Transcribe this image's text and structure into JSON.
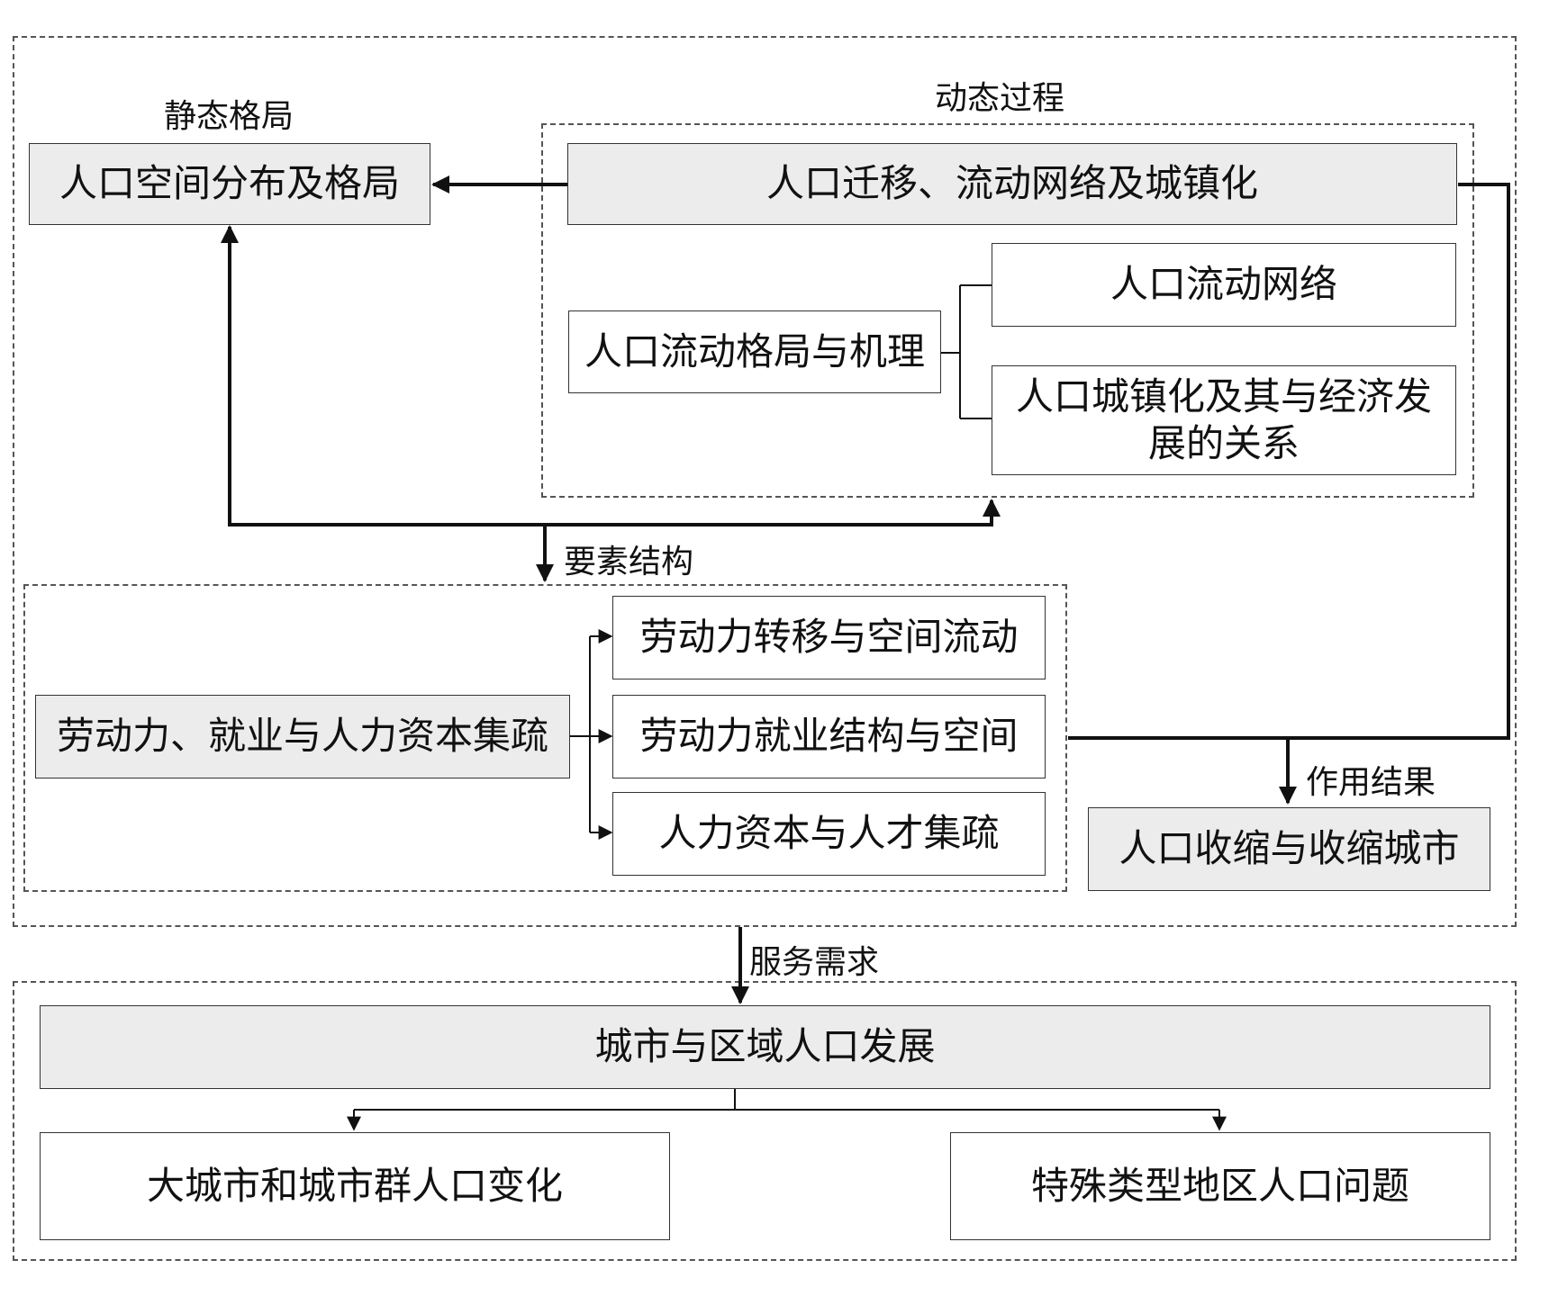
{
  "sections": {
    "static_pattern": "静态格局",
    "dynamic_process": "动态过程",
    "factor_structure": "要素结构",
    "effect_result": "作用结果",
    "service_demand": "服务需求"
  },
  "nodes": {
    "pop_distribution": "人口空间分布及格局",
    "migration_network": "人口迁移、流动网络及城镇化",
    "flow_mechanism": "人口流动格局与机理",
    "flow_network": "人口流动网络",
    "urbanization_relation": "人口城镇化及其与经济发展的关系",
    "labor_main": "劳动力、就业与人力资本集疏",
    "labor_transfer": "劳动力转移与空间流动",
    "labor_structure": "劳动力就业结构与空间",
    "human_capital": "人力资本与人才集疏",
    "shrinking_city": "人口收缩与收缩城市",
    "urban_regional_dev": "城市与区域人口发展",
    "big_city_change": "大城市和城市群人口变化",
    "special_region": "特殊类型地区人口问题"
  }
}
